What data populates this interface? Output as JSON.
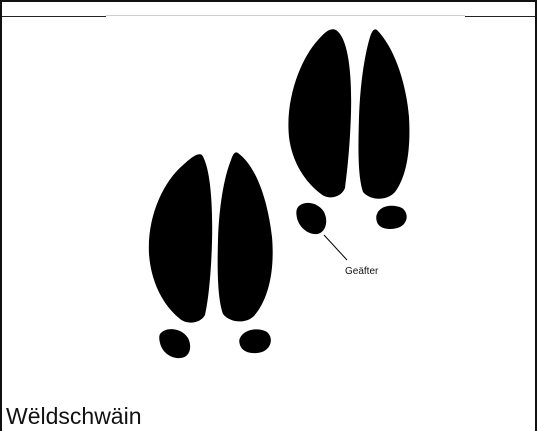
{
  "illustration": {
    "subject": "hoof-prints",
    "callout_label": "Geäfter"
  },
  "caption": "Wëldschwäin"
}
